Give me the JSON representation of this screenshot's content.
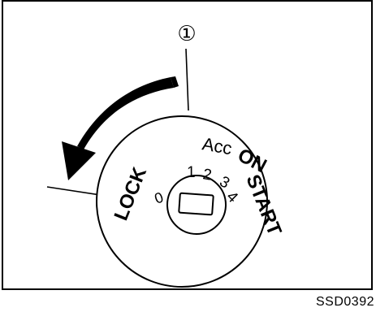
{
  "diagram": {
    "callout_number": "①",
    "positions": {
      "lock": "LOCK",
      "lock_number": "0",
      "acc": "Acc",
      "on": "ON",
      "start": "START",
      "num1": "1",
      "num2": "2",
      "num3": "3",
      "num4": "4"
    },
    "figure_code": "SSD0392",
    "colors": {
      "ink": "#000000",
      "background": "#ffffff"
    },
    "arrow_icon": "curved-arrow-counterclockwise"
  }
}
